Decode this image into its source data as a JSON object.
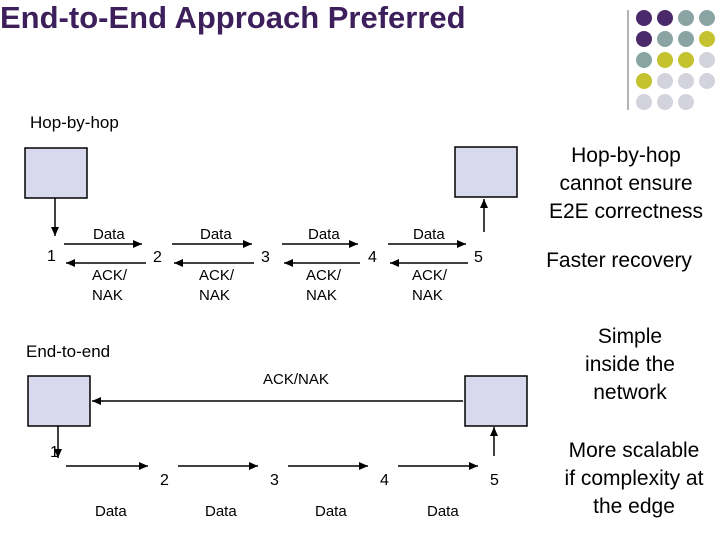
{
  "title": "End-to-End Approach Preferred",
  "sections": {
    "hop_by_hop": "Hop-by-hop",
    "end_to_end": "End-to-end"
  },
  "hop_nodes": [
    "1",
    "2",
    "3",
    "4",
    "5"
  ],
  "hop_data_labels": [
    "Data",
    "Data",
    "Data",
    "Data"
  ],
  "hop_ack_labels": [
    "ACK/\nNAK",
    "ACK/\nNAK",
    "ACK/\nNAK",
    "ACK/\nNAK"
  ],
  "e2e_nodes": [
    "1",
    "2",
    "3",
    "4",
    "5"
  ],
  "e2e_data_labels": [
    "Data",
    "Data",
    "Data",
    "Data"
  ],
  "e2e_ack_label": "ACK/NAK",
  "notes": {
    "hop_cannot_ensure": "Hop-by-hop\ncannot ensure\nE2E correctness",
    "faster_recovery": "Faster recovery",
    "simple_inside": "Simple\ninside the\nnetwork",
    "more_scalable": "More scalable\nif complexity at\nthe edge"
  },
  "colors": {
    "title": "#3d1f5c",
    "box_fill": "#d9d9ee",
    "dot_purple": "#4b2a6b",
    "dot_teal": "#8aa3a3",
    "dot_yellow": "#c4c22e",
    "dot_light": "#d3d3de"
  }
}
